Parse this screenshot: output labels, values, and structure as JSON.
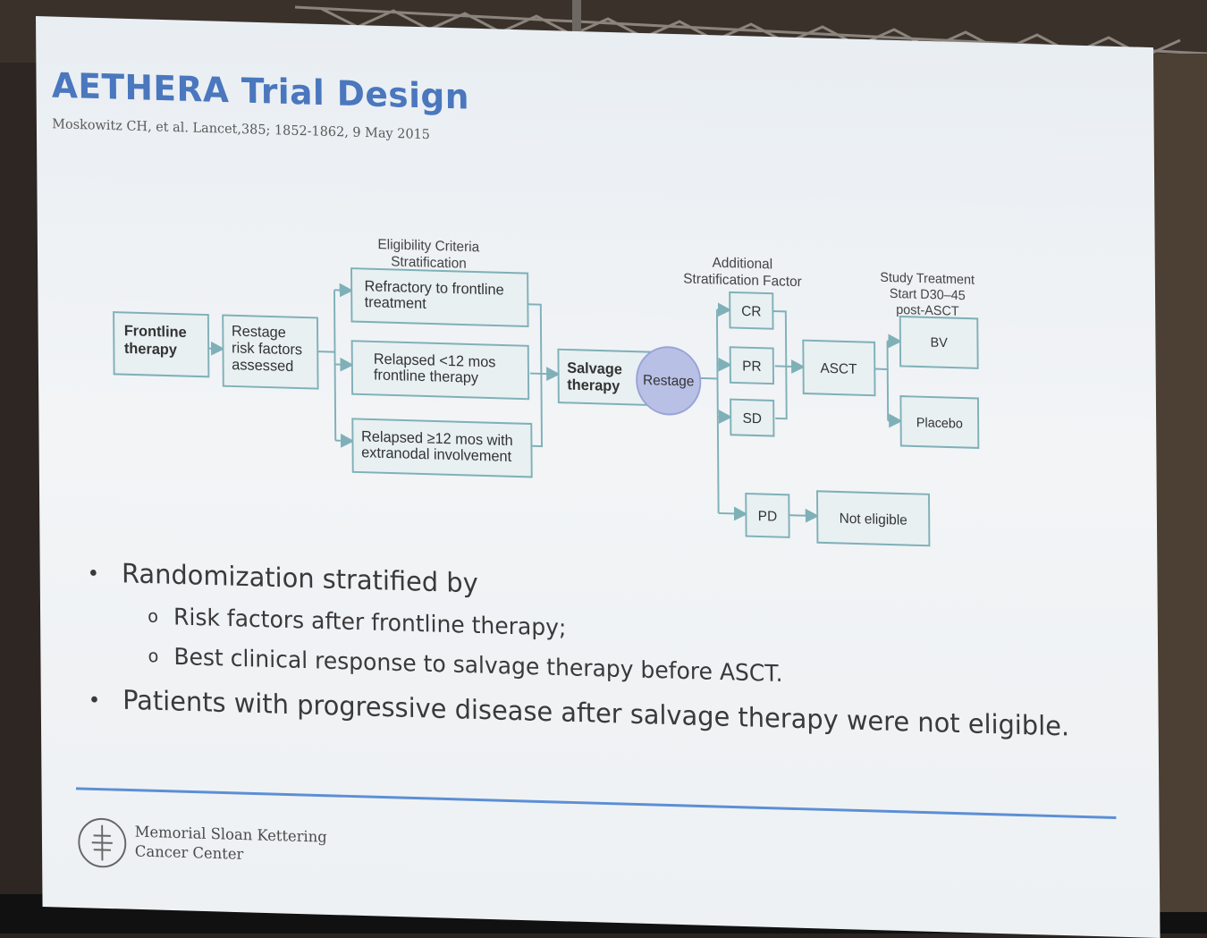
{
  "slide": {
    "title": "AETHERA Trial Design",
    "citation": "Moskowitz CH, et al. Lancet,385; 1852-1862, 9 May 2015"
  },
  "diagram": {
    "header_eligibility_1": "Eligibility Criteria",
    "header_eligibility_2": "Stratification",
    "header_additional_1": "Additional",
    "header_additional_2": "Stratification Factor",
    "header_study_1": "Study Treatment",
    "header_study_2": "Start D30–45",
    "header_study_3": "post-ASCT",
    "frontline_1": "Frontline",
    "frontline_2": "therapy",
    "restage_1": "Restage",
    "restage_2": "risk factors",
    "restage_3": "assessed",
    "refractory_1": "Refractory to frontline",
    "refractory_2": "treatment",
    "relapsed_lt_1": "Relapsed <12 mos",
    "relapsed_lt_2": "frontline therapy",
    "relapsed_ge_1": "Relapsed ≥12 mos with",
    "relapsed_ge_2": "extranodal involvement",
    "salvage_1": "Salvage",
    "salvage_2": "therapy",
    "restage_circle": "Restage",
    "cr": "CR",
    "pr": "PR",
    "sd": "SD",
    "pd": "PD",
    "asct": "ASCT",
    "bv": "BV",
    "placebo": "Placebo",
    "not_eligible": "Not eligible"
  },
  "bullets": {
    "b1": "Randomization stratified by",
    "b1_sub1": "Risk factors after frontline therapy;",
    "b1_sub2": "Best clinical response to salvage therapy before ASCT.",
    "b2": "Patients with progressive disease after salvage therapy were not eligible."
  },
  "footer": {
    "org_line1": "Memorial Sloan Kettering",
    "org_line2": "Cancer Center"
  },
  "colors": {
    "title": "#4a77bd",
    "box_border": "#7fb0b8",
    "box_fill": "#e9f0f2",
    "circle_fill": "#b9c0e6",
    "rule": "#5b8fd6"
  }
}
